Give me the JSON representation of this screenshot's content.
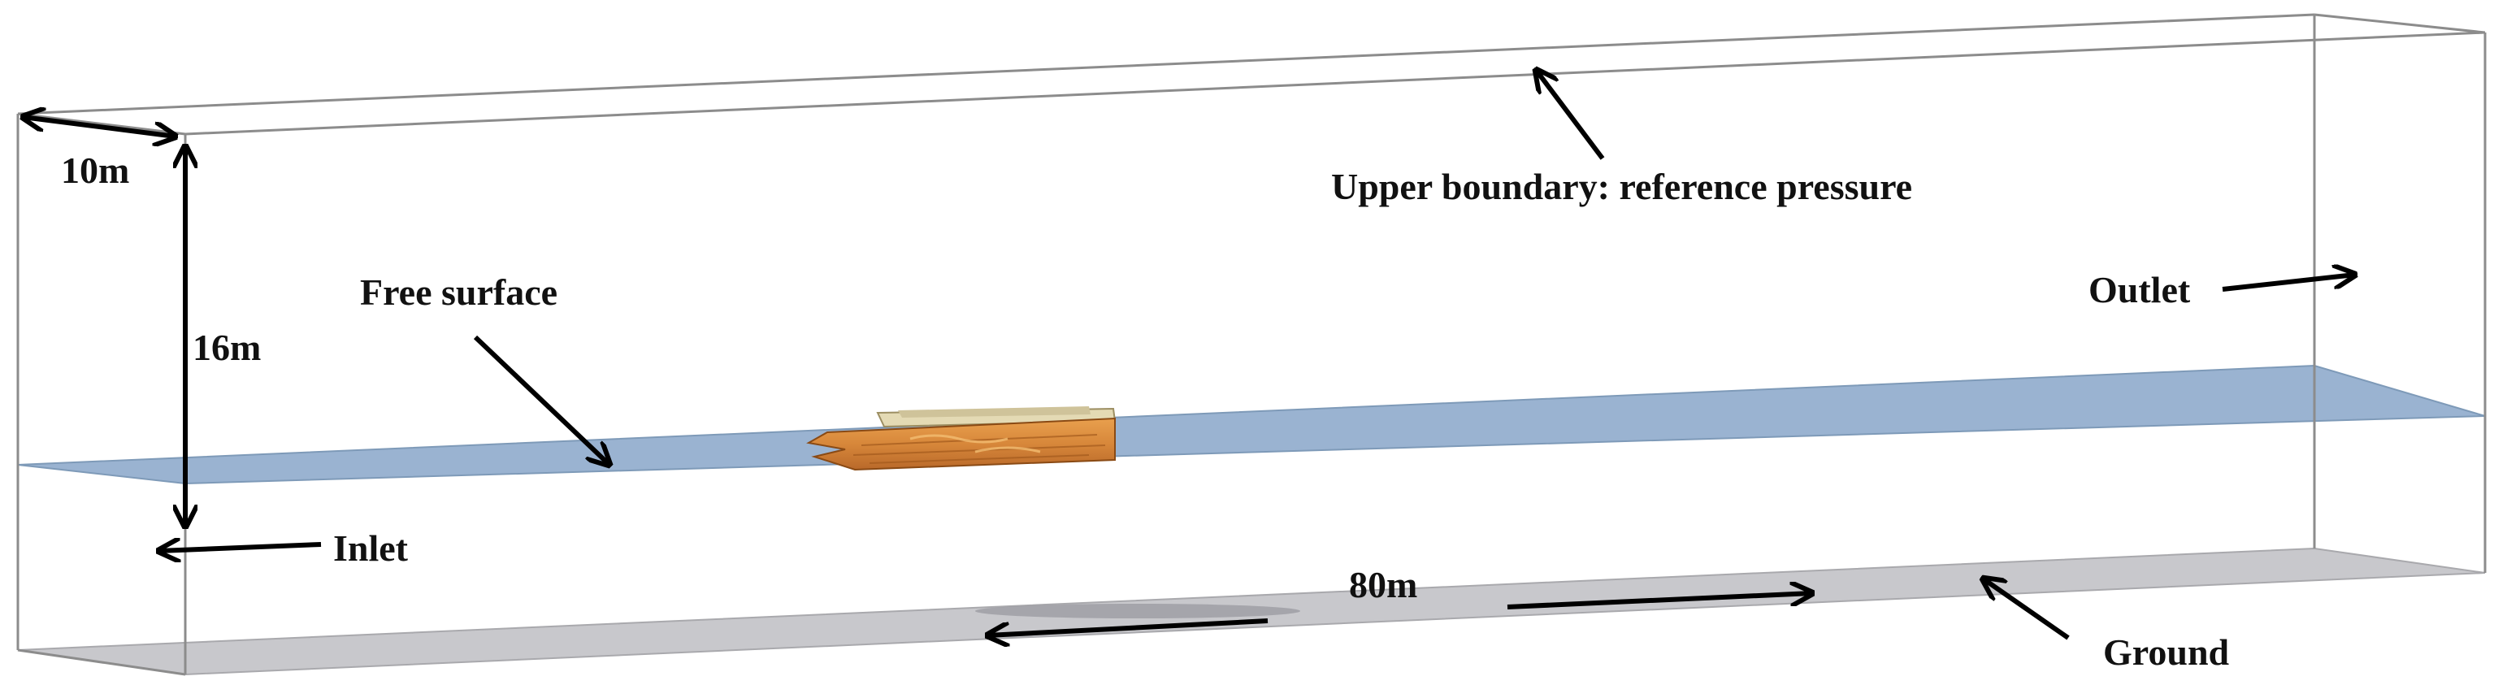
{
  "labels": {
    "upper_boundary": "Upper boundary: reference pressure",
    "free_surface": "Free surface",
    "outlet": "Outlet",
    "inlet": "Inlet",
    "ground": "Ground",
    "width_dim": "10m",
    "height_dim": "16m",
    "length_dim": "80m"
  },
  "colors": {
    "free_surface": "#9ab3d1",
    "ground": "#c8c8cc",
    "domain_edges": "#8c8c8c",
    "arrows": "#000000",
    "hull_wood": "#d9893a",
    "hull_dark": "#a25a1c",
    "deck": "#e6dcb0"
  }
}
